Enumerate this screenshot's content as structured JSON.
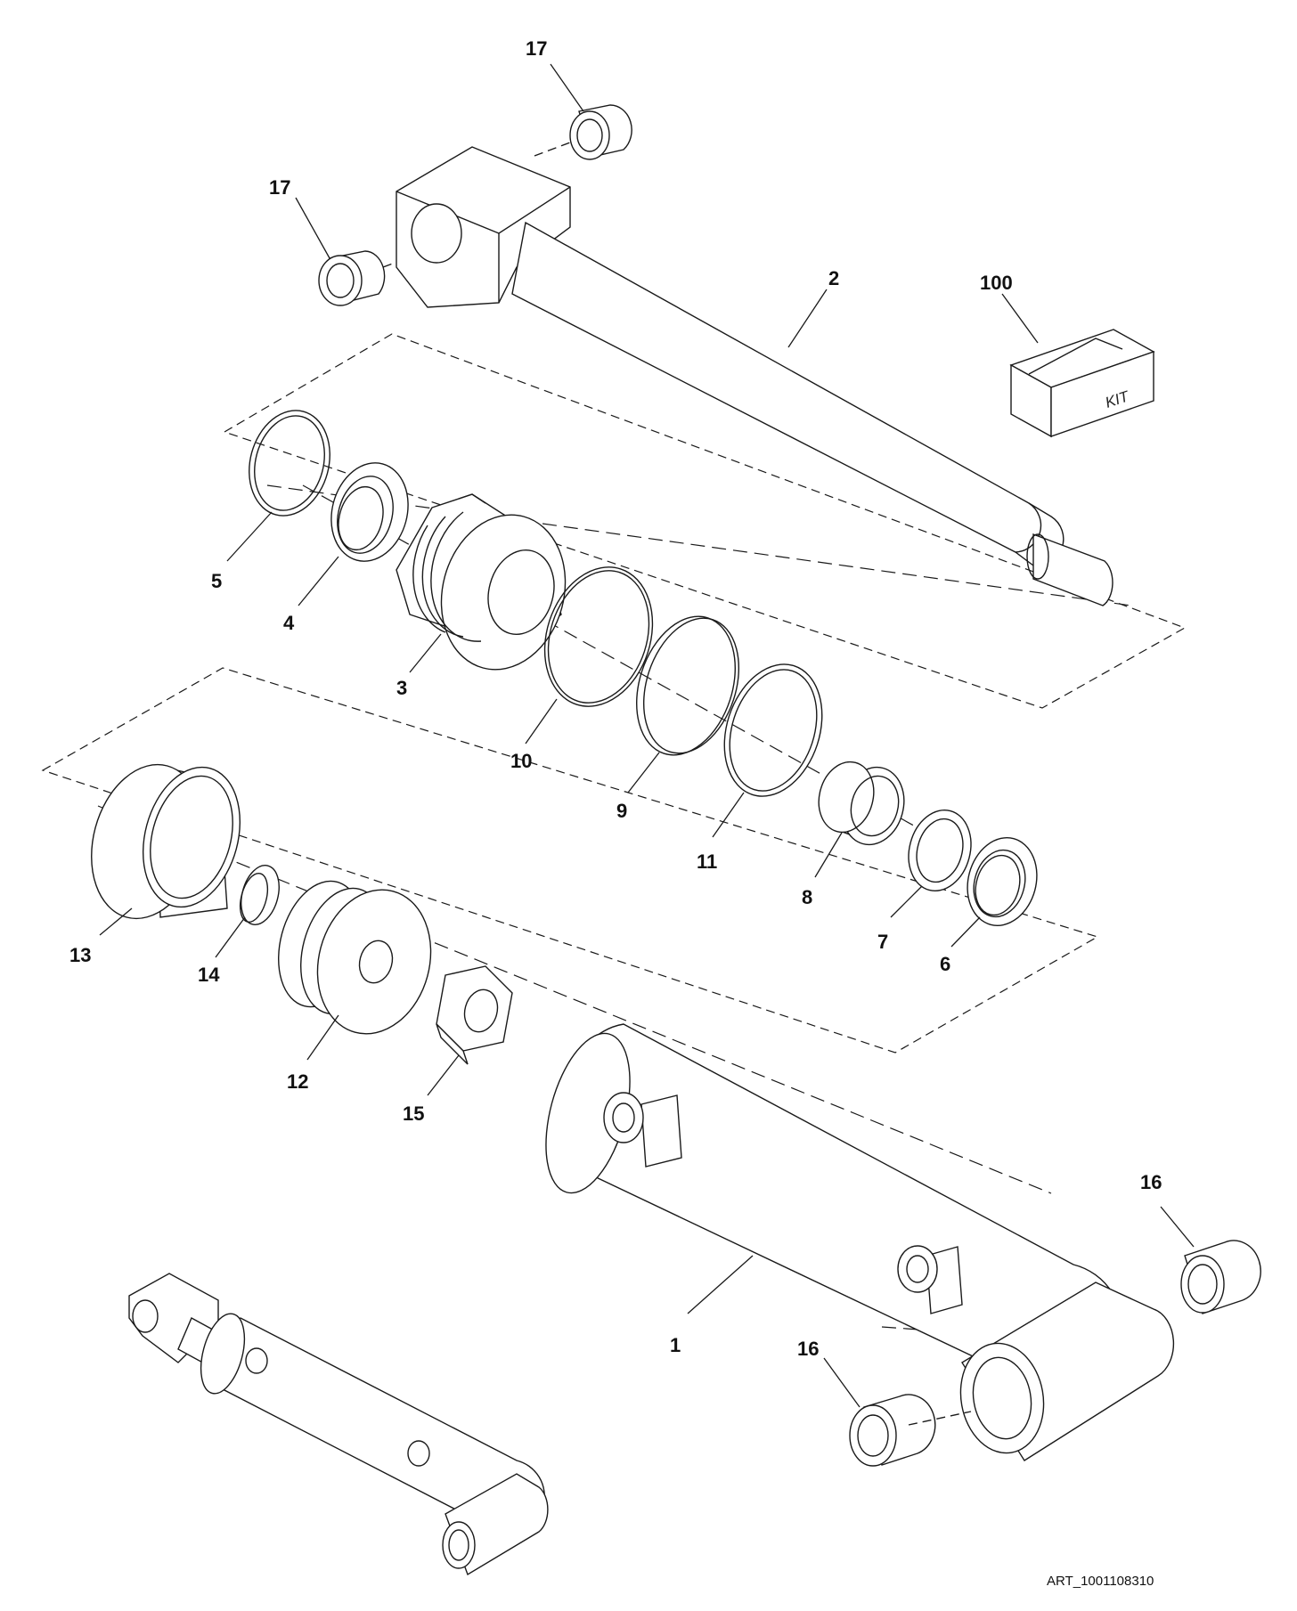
{
  "callouts": {
    "c17a": "17",
    "c17b": "17",
    "c2": "2",
    "c100": "100",
    "c5": "5",
    "c4": "4",
    "c3": "3",
    "c10": "10",
    "c9": "9",
    "c11": "11",
    "c8": "8",
    "c7": "7",
    "c6": "6",
    "c13": "13",
    "c14": "14",
    "c12": "12",
    "c15": "15",
    "c16a": "16",
    "c16b": "16",
    "c1": "1"
  },
  "kit_box_label": "KIT",
  "art_reference": "ART_1001108310"
}
